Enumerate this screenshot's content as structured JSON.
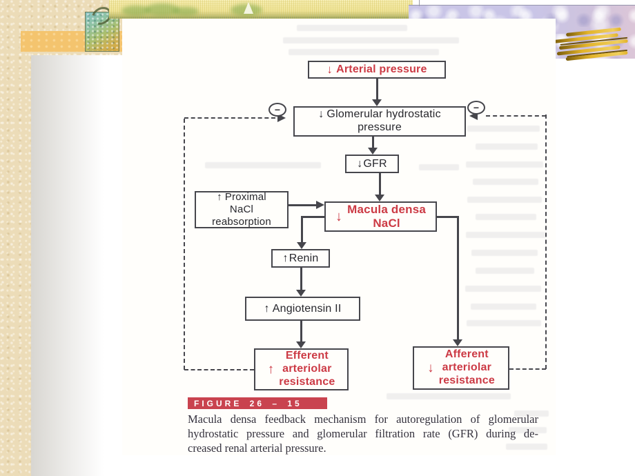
{
  "figure": {
    "banner_label": "FIGURE 26 – 15",
    "caption_lines": [
      "Macula densa feedback mechanism for autoregulation of glomerular",
      "hydrostatic pressure and glomerular filtration rate (GFR) during de-",
      "creased renal arterial pressure."
    ]
  },
  "flowchart": {
    "arterial": {
      "arrow": "↓",
      "label": "Arterial pressure"
    },
    "glomerular": {
      "arrow": "↓",
      "line1": "Glomerular hydrostatic",
      "line2": "pressure"
    },
    "gfr": {
      "arrow": "↓",
      "label": "GFR"
    },
    "proximal": {
      "arrow": "↑",
      "line1": "Proximal",
      "line2": "NaCl",
      "line3": "reabsorption"
    },
    "macula": {
      "arrow": "↓",
      "line1": "Macula densa",
      "line2": "NaCl"
    },
    "renin": {
      "arrow": "↑",
      "label": "Renin"
    },
    "angiotensin": {
      "arrow": "↑",
      "label": "Angiotensin II"
    },
    "efferent": {
      "arrow": "↑",
      "line1": "Efferent",
      "line2": "arteriolar",
      "line3": "resistance"
    },
    "afferent": {
      "arrow": "↓",
      "line1": "Afferent",
      "line2": "arteriolar",
      "line3": "resistance"
    },
    "inhibition_symbol": "−"
  },
  "colors": {
    "accent_red": "#cc3a45",
    "banner_background": "#c9434f"
  }
}
